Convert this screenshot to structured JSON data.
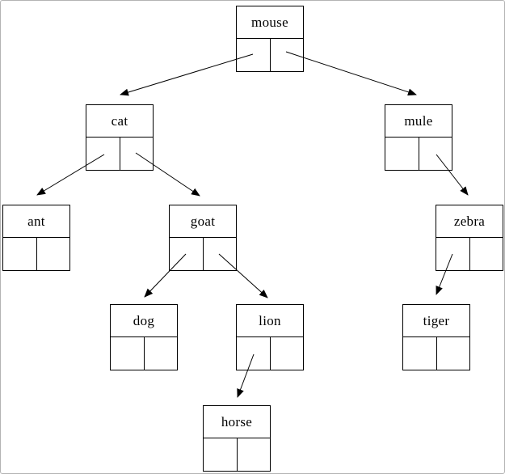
{
  "tree": {
    "nodes": [
      {
        "id": "mouse",
        "label": "mouse"
      },
      {
        "id": "cat",
        "label": "cat"
      },
      {
        "id": "mule",
        "label": "mule"
      },
      {
        "id": "ant",
        "label": "ant"
      },
      {
        "id": "goat",
        "label": "goat"
      },
      {
        "id": "zebra",
        "label": "zebra"
      },
      {
        "id": "dog",
        "label": "dog"
      },
      {
        "id": "lion",
        "label": "lion"
      },
      {
        "id": "tiger",
        "label": "tiger"
      },
      {
        "id": "horse",
        "label": "horse"
      }
    ],
    "edges": [
      {
        "from": "mouse",
        "side": "left",
        "to": "cat"
      },
      {
        "from": "mouse",
        "side": "right",
        "to": "mule"
      },
      {
        "from": "cat",
        "side": "left",
        "to": "ant"
      },
      {
        "from": "cat",
        "side": "right",
        "to": "goat"
      },
      {
        "from": "mule",
        "side": "right",
        "to": "zebra"
      },
      {
        "from": "goat",
        "side": "left",
        "to": "dog"
      },
      {
        "from": "goat",
        "side": "right",
        "to": "lion"
      },
      {
        "from": "zebra",
        "side": "left",
        "to": "tiger"
      },
      {
        "from": "lion",
        "side": "left",
        "to": "horse"
      }
    ],
    "colors": {
      "node_border": "#000000",
      "edge": "#000000",
      "background": "#ffffff",
      "frame_border": "#b3b3b3"
    }
  }
}
